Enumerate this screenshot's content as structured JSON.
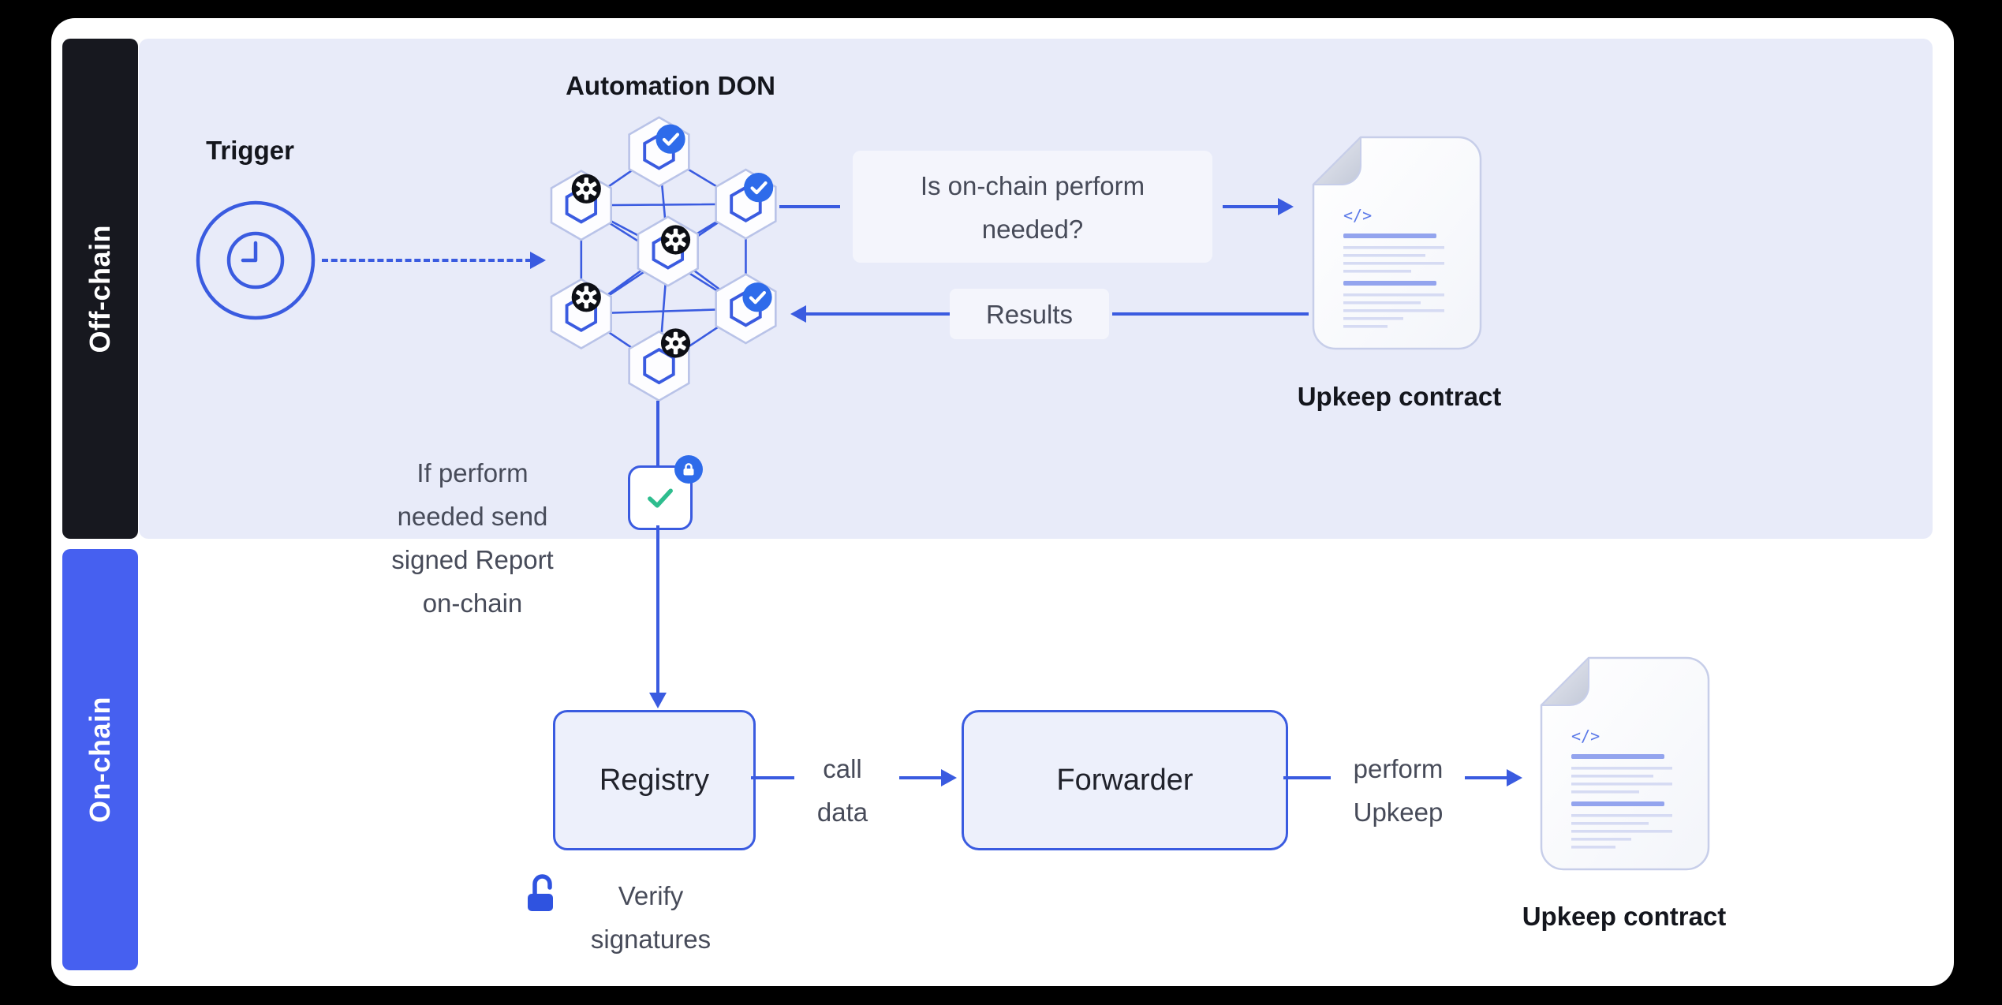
{
  "lanes": {
    "off_chain": "Off-chain",
    "on_chain": "On-chain"
  },
  "off_chain": {
    "trigger_label": "Trigger",
    "don_label": "Automation DON",
    "question": "Is on-chain perform\nneeded?",
    "results": "Results",
    "upkeep_contract": "Upkeep contract",
    "report_note": "If perform\nneeded send\nsigned Report\non-chain"
  },
  "on_chain": {
    "registry": "Registry",
    "call_data": "call\ndata",
    "forwarder": "Forwarder",
    "perform_upkeep": "perform\nUpkeep",
    "upkeep_contract": "Upkeep contract",
    "verify": "Verify\nsignatures"
  },
  "doc": {
    "code_glyph": "</>"
  },
  "colors": {
    "accent_blue": "#3a5be0",
    "lane_off_chain": "#17181f",
    "lane_on_chain": "#4660f0",
    "off_chain_bg": "#e8ebf9",
    "success_green": "#2ebd8e",
    "badge_blue": "#2e6bea",
    "badge_black": "#0d0f15"
  }
}
